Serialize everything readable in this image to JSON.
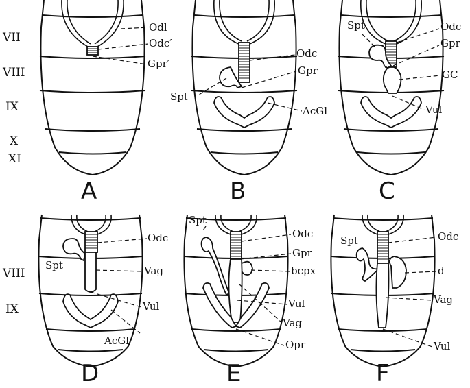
{
  "figure": {
    "panels": [
      {
        "letter": "A",
        "labels": [
          "Odl",
          "Odc′",
          "Gpr′"
        ],
        "segments": [
          "VII",
          "VIII",
          "IX",
          "X",
          "XI"
        ]
      },
      {
        "letter": "B",
        "labels": [
          "Odc",
          "Gpr",
          "Spt",
          "AcGl"
        ]
      },
      {
        "letter": "C",
        "labels": [
          "Spt",
          "Odc",
          "Gpr",
          "GC",
          "Vul"
        ]
      },
      {
        "letter": "D",
        "labels": [
          "Odc",
          "Spt",
          "Vag",
          "Vul",
          "AcGl"
        ],
        "segments": [
          "VIII",
          "IX"
        ]
      },
      {
        "letter": "E",
        "labels": [
          "Spt",
          "Odc",
          "Gpr",
          "bcpx",
          "Vul",
          "Vag",
          "Opr"
        ]
      },
      {
        "letter": "F",
        "labels": [
          "Spt",
          "Odc",
          "d",
          "Vag",
          "Vul"
        ]
      }
    ]
  }
}
